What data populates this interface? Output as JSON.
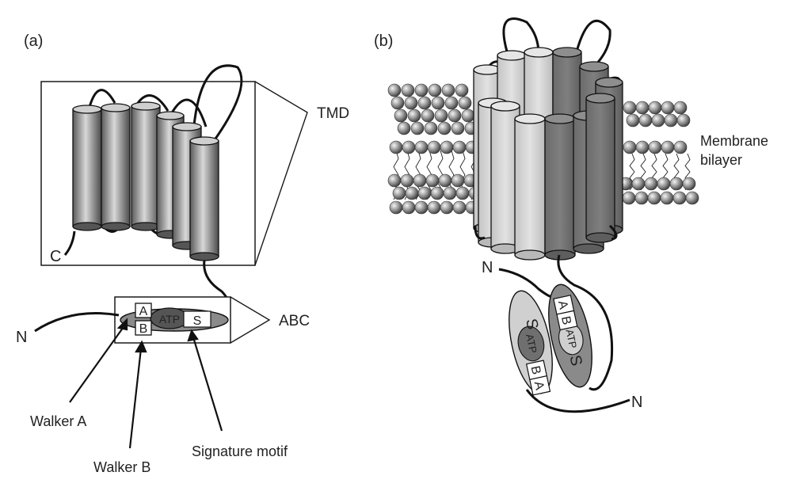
{
  "panels": {
    "a": {
      "label": "(a)",
      "domains": {
        "tmd": "TMD",
        "abc": "ABC"
      },
      "termini": {
        "n": "N",
        "c": "C"
      },
      "motif_boxes": {
        "walker_a": "A",
        "walker_b": "B",
        "signature": "S",
        "atp": "ATP"
      },
      "callouts": {
        "walker_a": "Walker A",
        "walker_b": "Walker B",
        "signature": "Signature motif"
      }
    },
    "b": {
      "label": "(b)",
      "membrane_line1": "Membrane",
      "membrane_line2": "bilayer",
      "termini": {
        "n_top": "N",
        "n_bottom": "N"
      },
      "nbd_left": {
        "top": "A",
        "atp": "ATP",
        "s": "S",
        "b": "B"
      },
      "nbd_right": {
        "top": "A",
        "atp": "ATP",
        "s": "S",
        "b": "B"
      }
    }
  },
  "colors": {
    "dark_helix": "#7a7a7a",
    "light_helix": "#d2d2d2",
    "lipid_head": "#8c8c8c",
    "outline": "#1a1a1a"
  }
}
